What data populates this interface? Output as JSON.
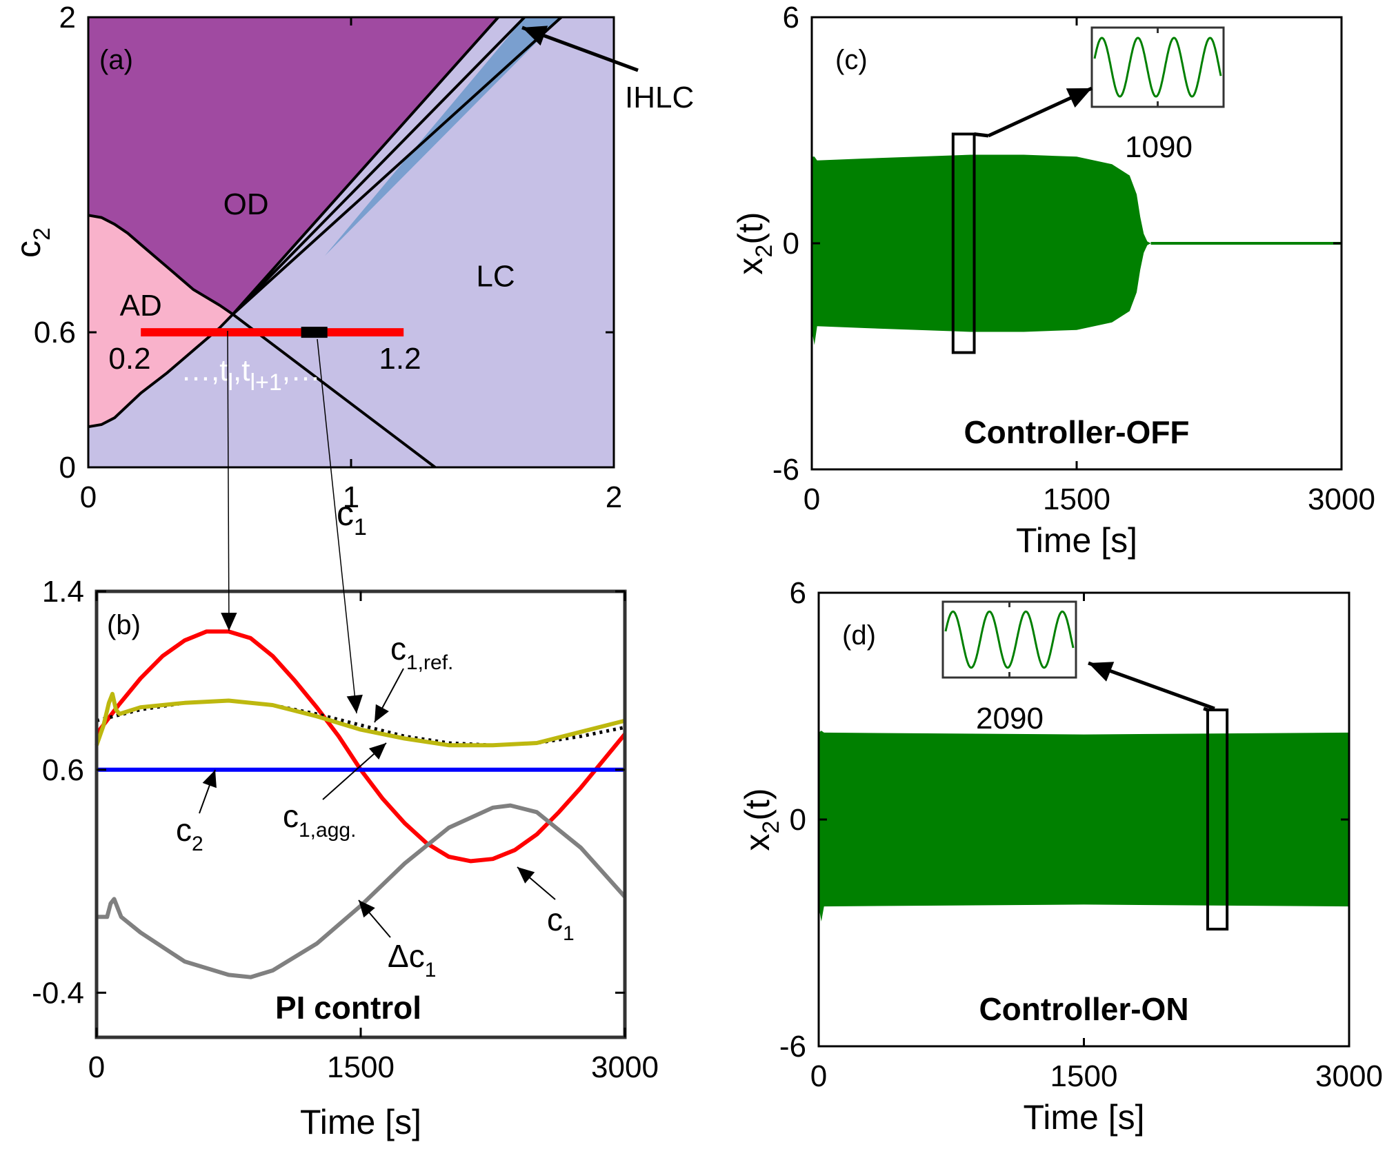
{
  "chart_data": [
    {
      "id": "a",
      "type": "area",
      "panel_label": "(a)",
      "xlabel": "c",
      "xlabel_sub": "1",
      "ylabel": "c",
      "ylabel_sub": "2",
      "xlim": [
        0,
        2
      ],
      "ylim": [
        0,
        2
      ],
      "xticks": [
        "0",
        "1",
        "2"
      ],
      "yticks": [
        "0",
        "0.6",
        "2"
      ],
      "regions": [
        {
          "name": "OD",
          "color": "#a04aa1"
        },
        {
          "name": "AD",
          "color": "#f9b2cb"
        },
        {
          "name": "LC",
          "color": "#c6c0e6"
        },
        {
          "name": "IHLC",
          "color": "#7a9fcf"
        }
      ],
      "boundaries": {
        "ad_curve": [
          [
            0,
            1.12
          ],
          [
            0.05,
            1.11
          ],
          [
            0.1,
            1.08
          ],
          [
            0.15,
            1.04
          ],
          [
            0.2,
            0.99
          ],
          [
            0.3,
            0.89
          ],
          [
            0.4,
            0.79
          ],
          [
            0.5,
            0.72
          ],
          [
            0.55,
            0.68
          ]
        ],
        "ad_lower": [
          [
            0,
            0.18
          ],
          [
            0.05,
            0.19
          ],
          [
            0.1,
            0.22
          ],
          [
            0.2,
            0.33
          ],
          [
            0.3,
            0.42
          ],
          [
            0.4,
            0.52
          ],
          [
            0.5,
            0.62
          ],
          [
            0.55,
            0.68
          ]
        ],
        "lc_diagonal": [
          [
            0.55,
            0.68
          ],
          [
            1.32,
            0
          ]
        ],
        "od_edge": [
          [
            0.55,
            0.68
          ],
          [
            1.56,
            2
          ]
        ],
        "ihlc_left": [
          [
            0.55,
            0.68
          ],
          [
            1.66,
            2
          ]
        ],
        "ihlc_right": [
          [
            0.55,
            0.68
          ],
          [
            1.8,
            2
          ]
        ]
      },
      "control_line": {
        "c2": 0.6,
        "c1_range": [
          0.2,
          1.2
        ],
        "color": "#ff0000",
        "marker_range": [
          0.81,
          0.91
        ]
      },
      "annotations": {
        "start": "0.2",
        "end": "1.2",
        "times": "…,t",
        "times_sub1": "l",
        "times_mid": ",t",
        "times_sub2": "l+1",
        "times_end": ",…",
        "ihlc": "IHLC"
      }
    },
    {
      "id": "b",
      "type": "line",
      "panel_label": "(b)",
      "title": "PI control",
      "xlabel": "Time [s]",
      "xlim": [
        0,
        3000
      ],
      "ylim": [
        -0.6,
        1.4
      ],
      "xticks": [
        "0",
        "1500",
        "3000"
      ],
      "yticks": [
        "-0.4",
        "0.6",
        "1.4"
      ],
      "series": [
        {
          "name": "c1",
          "color": "#ff0000",
          "x": [
            0,
            125,
            250,
            375,
            500,
            625,
            750,
            875,
            1000,
            1125,
            1250,
            1375,
            1500,
            1625,
            1750,
            1875,
            2000,
            2125,
            2250,
            2375,
            2500,
            2625,
            2750,
            2875,
            3000
          ],
          "y": [
            0.76,
            0.89,
            1.01,
            1.11,
            1.18,
            1.22,
            1.22,
            1.19,
            1.11,
            1.0,
            0.88,
            0.75,
            0.6,
            0.47,
            0.36,
            0.27,
            0.21,
            0.19,
            0.2,
            0.24,
            0.31,
            0.41,
            0.52,
            0.64,
            0.76
          ]
        },
        {
          "name": "c2",
          "color": "#0000ff",
          "x": [
            0,
            3000
          ],
          "y": [
            0.6,
            0.6
          ]
        },
        {
          "name": "c1,ref.",
          "color": "#000000",
          "dashed": true,
          "x": [
            0,
            250,
            500,
            750,
            1000,
            1250,
            1500,
            1750,
            2000,
            2250,
            2500,
            2750,
            3000
          ],
          "y": [
            0.82,
            0.87,
            0.9,
            0.91,
            0.89,
            0.85,
            0.8,
            0.75,
            0.72,
            0.71,
            0.72,
            0.75,
            0.79
          ]
        },
        {
          "name": "c1,agg.",
          "color": "#bdb80f",
          "x": [
            0,
            40,
            70,
            90,
            110,
            130,
            250,
            500,
            750,
            1000,
            1250,
            1500,
            1750,
            2000,
            2250,
            2500,
            2750,
            3000
          ],
          "y": [
            0.71,
            0.8,
            0.9,
            0.94,
            0.87,
            0.85,
            0.88,
            0.9,
            0.91,
            0.89,
            0.84,
            0.78,
            0.74,
            0.71,
            0.71,
            0.72,
            0.77,
            0.82
          ]
        },
        {
          "name": "Δc1",
          "color": "#808080",
          "x": [
            0,
            60,
            80,
            100,
            120,
            140,
            250,
            500,
            750,
            875,
            1000,
            1250,
            1500,
            1750,
            2000,
            2250,
            2350,
            2500,
            2750,
            3000
          ],
          "y": [
            -0.06,
            -0.06,
            0.0,
            0.02,
            -0.02,
            -0.06,
            -0.13,
            -0.26,
            -0.32,
            -0.33,
            -0.3,
            -0.18,
            -0.01,
            0.18,
            0.34,
            0.43,
            0.44,
            0.41,
            0.25,
            0.03
          ]
        }
      ],
      "labels": {
        "c1": "c",
        "c1_sub": "1",
        "c2": "c",
        "c2_sub": "2",
        "ref": "c",
        "ref_sub": "1,ref.",
        "agg": "c",
        "agg_sub": "1,agg.",
        "delta": "Δc",
        "delta_sub": "1"
      }
    },
    {
      "id": "c",
      "type": "area",
      "panel_label": "(c)",
      "title": "Controller-OFF",
      "xlabel": "Time [s]",
      "ylabel": "x",
      "ylabel_sub": "2",
      "ylabel_end": "(t)",
      "xlim": [
        0,
        3000
      ],
      "ylim": [
        -6,
        6
      ],
      "xticks": [
        "0",
        "1500",
        "3000"
      ],
      "yticks": [
        "-6",
        "0",
        "6"
      ],
      "envelope": {
        "x": [
          0,
          15,
          30,
          300,
          600,
          900,
          1200,
          1500,
          1700,
          1800,
          1840,
          1860,
          1880,
          1900,
          1920,
          3000
        ],
        "upper": [
          2.3,
          2.3,
          2.2,
          2.25,
          2.3,
          2.35,
          2.35,
          2.3,
          2.1,
          1.8,
          1.3,
          0.7,
          0.25,
          0.05,
          0.0,
          0.0
        ],
        "lower": [
          -2.3,
          -2.7,
          -2.2,
          -2.25,
          -2.3,
          -2.35,
          -2.35,
          -2.3,
          -2.1,
          -1.8,
          -1.3,
          -0.7,
          -0.25,
          -0.05,
          0.0,
          0.0
        ],
        "color": "#008000"
      },
      "window": {
        "t0": 800,
        "t1": 920,
        "ymin": -2.9,
        "ymax": 2.9
      },
      "inset_label": "1090",
      "inset_cycles": 3.5
    },
    {
      "id": "d",
      "type": "area",
      "panel_label": "(d)",
      "title": "Controller-ON",
      "xlabel": "Time [s]",
      "ylabel": "x",
      "ylabel_sub": "2",
      "ylabel_end": "(t)",
      "xlim": [
        0,
        3000
      ],
      "ylim": [
        -6,
        6
      ],
      "xticks": [
        "0",
        "1500",
        "3000"
      ],
      "yticks": [
        "-6",
        "0",
        "6"
      ],
      "envelope": {
        "x": [
          0,
          15,
          30,
          1500,
          3000
        ],
        "upper": [
          2.3,
          2.35,
          2.3,
          2.25,
          2.3
        ],
        "lower": [
          -2.3,
          -2.7,
          -2.3,
          -2.25,
          -2.3
        ],
        "color": "#008000"
      },
      "window": {
        "t0": 2200,
        "t1": 2310,
        "ymin": -2.9,
        "ymax": 2.9
      },
      "inset_label": "2090",
      "inset_cycles": 3.5
    }
  ]
}
